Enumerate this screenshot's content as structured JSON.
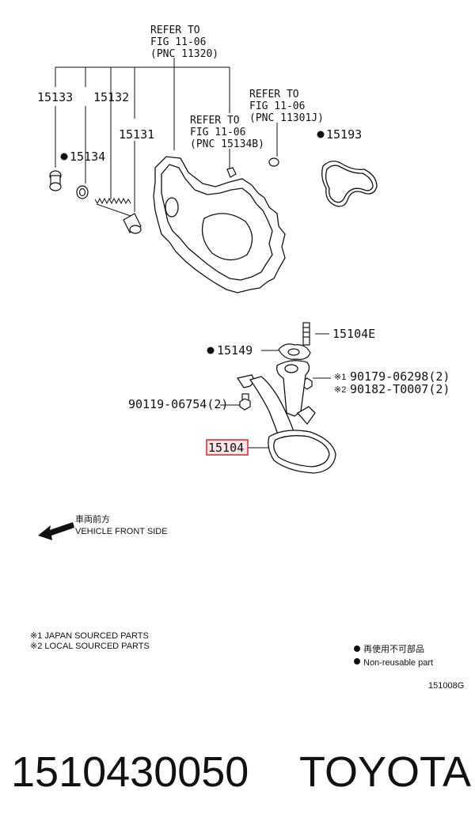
{
  "diagram": {
    "references": [
      {
        "line1": "REFER TO",
        "line2": "FIG 11-06",
        "line3": "(PNC 11320)"
      },
      {
        "line1": "REFER TO",
        "line2": "FIG 11-06",
        "line3": "(PNC 11301J)"
      },
      {
        "line1": "REFER TO",
        "line2": "FIG 11-06",
        "line3": "(PNC 15134B)"
      }
    ],
    "parts": {
      "p15133": "15133",
      "p15132": "15132",
      "p15131": "15131",
      "p15134": "15134",
      "p15193": "15193",
      "p15104E": "15104E",
      "p15149": "15149",
      "p90179": "90179-06298(2)",
      "p90182": "90182-T0007(2)",
      "p90119": "90119-06754(2)",
      "p15104": "15104"
    },
    "source_marks": {
      "japan": "※1",
      "local": "※2"
    },
    "highlight_color": "#e0303a",
    "direction": {
      "jp": "車両前方",
      "en": "VEHICLE FRONT SIDE"
    },
    "notes": {
      "note1": "※1 JAPAN SOURCED PARTS",
      "note2": "※2 LOCAL SOURCED PARTS"
    },
    "legend": {
      "jp": "再使用不可部品",
      "en": "Non-reusable part"
    },
    "figure_code": "151008G"
  },
  "footer": {
    "part_number": "1510430050",
    "brand": "TOYOTA"
  }
}
